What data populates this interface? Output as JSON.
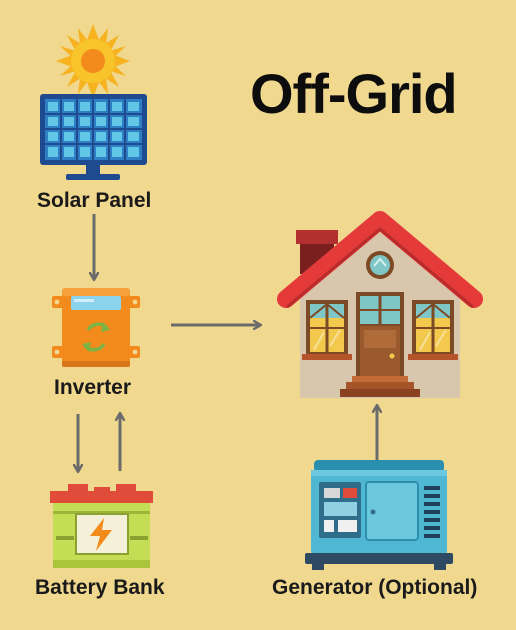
{
  "title": "Off-Grid",
  "components": {
    "solar_panel": {
      "label": "Solar Panel",
      "icon": "solar-panel-icon"
    },
    "inverter": {
      "label": "Inverter",
      "icon": "inverter-icon"
    },
    "battery_bank": {
      "label": "Battery Bank",
      "icon": "battery-icon"
    },
    "generator": {
      "label": "Generator (Optional)",
      "icon": "generator-icon"
    },
    "house": {
      "icon": "house-icon"
    }
  },
  "flows": [
    {
      "from": "solar_panel",
      "to": "inverter"
    },
    {
      "from": "inverter",
      "to": "battery_bank"
    },
    {
      "from": "battery_bank",
      "to": "inverter"
    },
    {
      "from": "inverter",
      "to": "house"
    },
    {
      "from": "generator",
      "to": "house"
    }
  ],
  "colors": {
    "background": "#f0d88e",
    "arrow": "#6b6b6b",
    "roof": "#e53a3a",
    "inverter": "#f28a1c",
    "battery": "#c5dd55",
    "generator": "#4fb7d1",
    "panel": "#1e4a8f"
  }
}
